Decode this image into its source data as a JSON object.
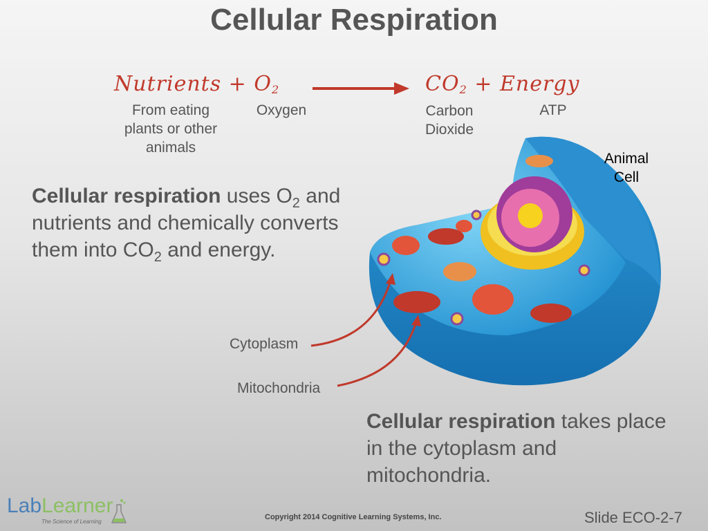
{
  "title": "Cellular Respiration",
  "equation": {
    "nutrients": "Nutrients",
    "plus1": "+",
    "o2": "O",
    "o2_sub": "2",
    "co2": "CO",
    "co2_sub": "2",
    "plus2": "+",
    "energy": "Energy",
    "labels": {
      "nutrients": "From eating plants or other animals",
      "oxygen": "Oxygen",
      "co2": "Carbon Dioxide",
      "energy": "ATP"
    }
  },
  "paragraph1": {
    "bold": "Cellular respiration",
    "t1": " uses O",
    "s1": "2",
    "t2": " and nutrients and chemically converts them into CO",
    "s2": "2",
    "t3": " and energy."
  },
  "paragraph2": {
    "bold": "Cellular respiration",
    "rest": " takes place in the cytoplasm and mitochondria."
  },
  "cell": {
    "label": "Animal Cell",
    "cytoplasm_label": "Cytoplasm",
    "mitochondria_label": "Mitochondria"
  },
  "footer": {
    "logo_lab": "Lab",
    "logo_learner": "Learner",
    "logo_tagline": "The Science of Learning",
    "copyright": "Copyright 2014 Cognitive Learning Systems, Inc.",
    "slide_number": "Slide ECO-2-7"
  },
  "colors": {
    "accent": "#c0392b",
    "text": "#555555",
    "cell_blue": "#3fa9e0"
  }
}
